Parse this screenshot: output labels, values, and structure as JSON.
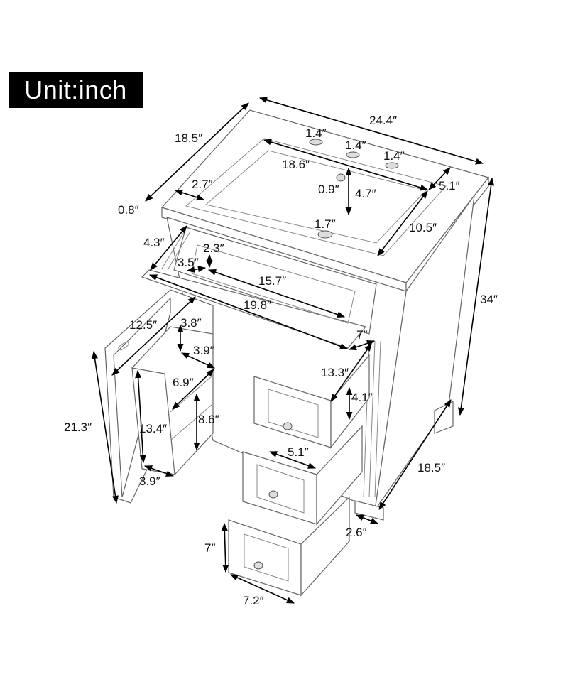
{
  "unit_label": "Unit:inch",
  "product": "Bathroom vanity cabinet with sink, flip-down tray, door with side shelf, and three drawers",
  "colors": {
    "line": "#666666",
    "arrow": "#000000",
    "badge_bg": "#000000",
    "badge_text": "#ffffff",
    "background": "#ffffff"
  },
  "dimensions": {
    "top_width": "24.4″",
    "top_depth": "18.5″",
    "top_thickness": "0.8″",
    "basin_edge_offset": "2.7″",
    "faucet_hole_1": "1.4″",
    "faucet_hole_2": "1.4″",
    "faucet_hole_3": "1.4″",
    "basin_width": "18.6″",
    "overflow_hole": "0.9″",
    "basin_depth_to_drain": "4.7″",
    "back_margin": "5.1″",
    "basin_front_to_back": "10.5″",
    "drain_hole": "1.7″",
    "total_height": "34″",
    "tray_hinge_height": "4.3″",
    "tray_inner_height": "2.3″",
    "tray_inner_depth": "3.5″",
    "tray_inner_width": "15.7″",
    "tray_outer_width": "19.8″",
    "tray_side_depth": "7″",
    "door_width": "12.5″",
    "shelf_top_gap": "3.8″",
    "shelf_top_depth": "3.9″",
    "shelf_width": "6.9″",
    "shelf_inner_height": "8.6″",
    "shelf_height": "13.4″",
    "shelf_bottom_depth": "3.9″",
    "door_height": "21.3″",
    "drawer_depth": "13.3″",
    "drawer_inner_height": "4.1″",
    "drawer_inner_width": "5.1″",
    "side_depth": "18.5″",
    "toe_kick": "2.6″",
    "drawer_front_height": "7″",
    "drawer_front_width": "7.2″"
  }
}
